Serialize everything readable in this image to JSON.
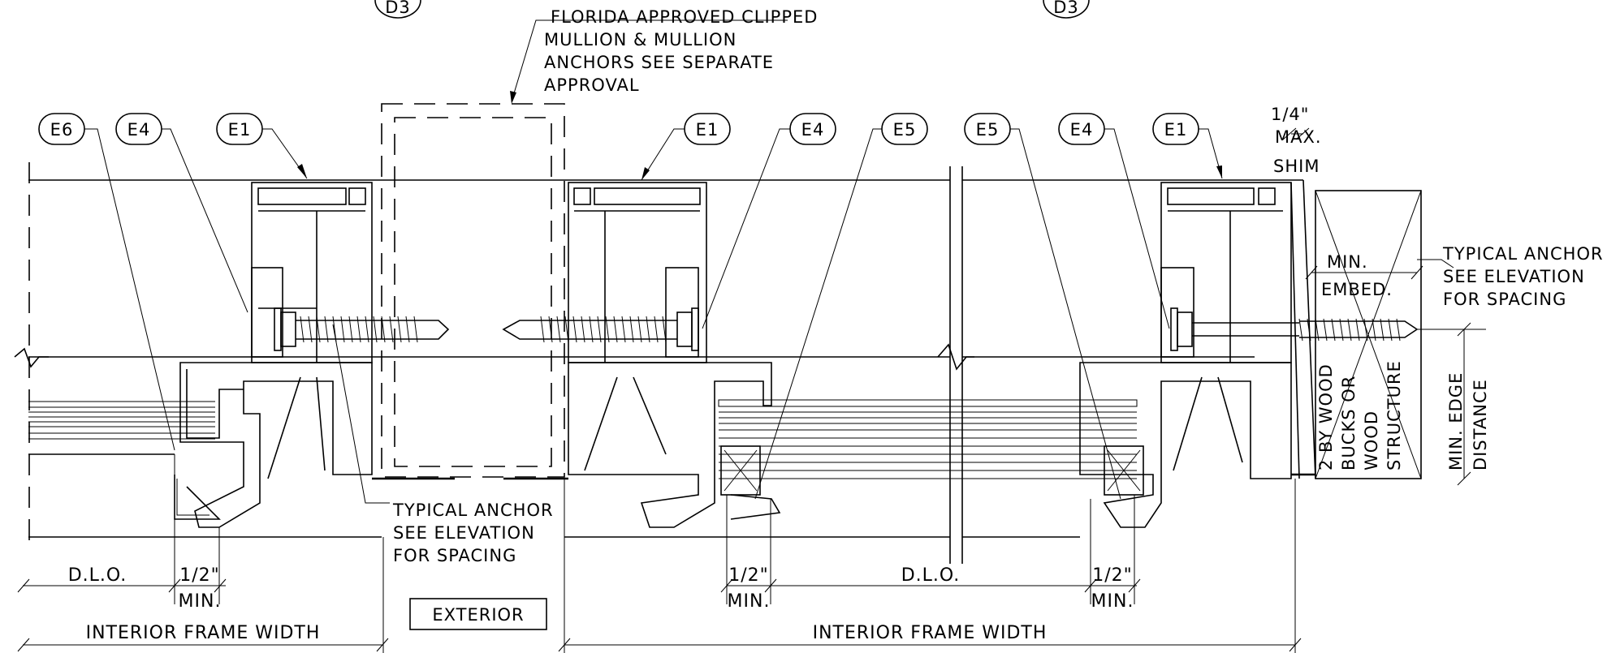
{
  "callouts": {
    "d3_left": "D3",
    "d3_right": "D3",
    "e6": "E6",
    "e4_a": "E4",
    "e1_a": "E1",
    "e1_b": "E1",
    "e4_b": "E4",
    "e5_a": "E5",
    "e5_b": "E5",
    "e4_c": "E4",
    "e1_c": "E1"
  },
  "notes": {
    "florida": [
      "FLORIDA APPROVED CLIPPED",
      "MULLION & MULLION",
      "ANCHORS SEE SEPARATE",
      "APPROVAL"
    ],
    "anchor_center": [
      "TYPICAL ANCHOR",
      "SEE ELEVATION",
      "FOR SPACING"
    ],
    "anchor_right": [
      "TYPICAL ANCHOR",
      "SEE ELEVATION",
      "FOR SPACING"
    ],
    "shim": [
      "1/4\"",
      "MAX.",
      "SHIM"
    ],
    "embed": [
      "MIN.",
      "EMBED."
    ],
    "wood": [
      "2 BY WOOD",
      "BUCKS OR",
      "WOOD",
      "STRUCTURE"
    ],
    "edge": [
      "MIN. EDGE",
      "DISTANCE"
    ],
    "exterior": "EXTERIOR"
  },
  "dimensions": {
    "dlo_left": "D.L.O.",
    "half_left": "1/2\"",
    "min_left": "MIN.",
    "frame_left": "INTERIOR FRAME WIDTH",
    "half_mid_a": "1/2\"",
    "min_mid_a": "MIN.",
    "dlo_mid": "D.L.O.",
    "half_mid_b": "1/2\"",
    "min_mid_b": "MIN.",
    "frame_right": "INTERIOR FRAME WIDTH"
  }
}
